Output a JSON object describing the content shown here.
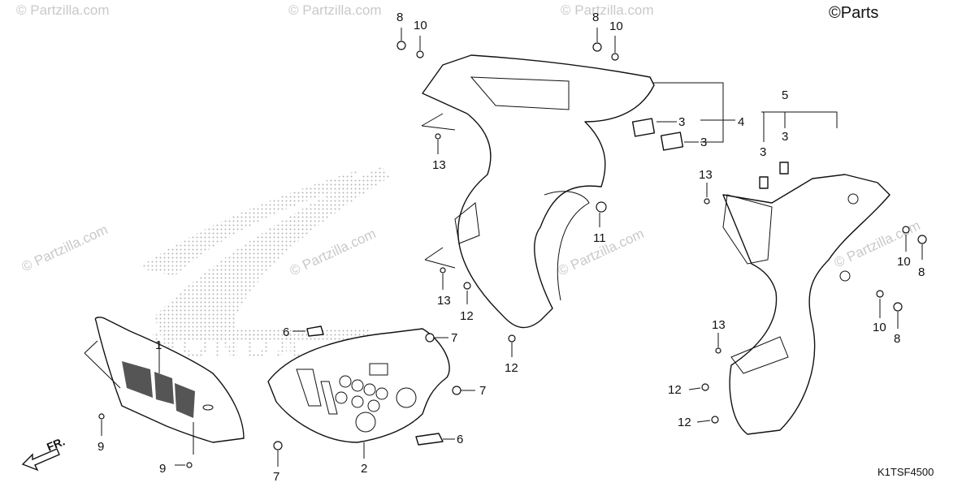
{
  "watermark": {
    "text": "© Partzilla.com",
    "corner_text": "©Parts"
  },
  "diagram_code": "K1TSF4500",
  "front_marker": "FR.",
  "logo_text": "HONDA",
  "callouts": {
    "c1": "1",
    "c2": "2",
    "c3a": "3",
    "c3b": "3",
    "c3c": "3",
    "c3d": "3",
    "c4": "4",
    "c5": "5",
    "c6a": "6",
    "c6b": "6",
    "c7a": "7",
    "c7b": "7",
    "c7c": "7",
    "c8a": "8",
    "c8b": "8",
    "c8c": "8",
    "c8d": "8",
    "c9a": "9",
    "c9b": "9",
    "c10a": "10",
    "c10b": "10",
    "c10c": "10",
    "c10d": "10",
    "c11": "11",
    "c12a": "12",
    "c12b": "12",
    "c12c": "12",
    "c12d": "12",
    "c13a": "13",
    "c13b": "13",
    "c13c": "13",
    "c13d": "13"
  },
  "colors": {
    "line": "#111111",
    "watermark": "#c9c9c9",
    "logo_dots": "#b5b5b5"
  }
}
